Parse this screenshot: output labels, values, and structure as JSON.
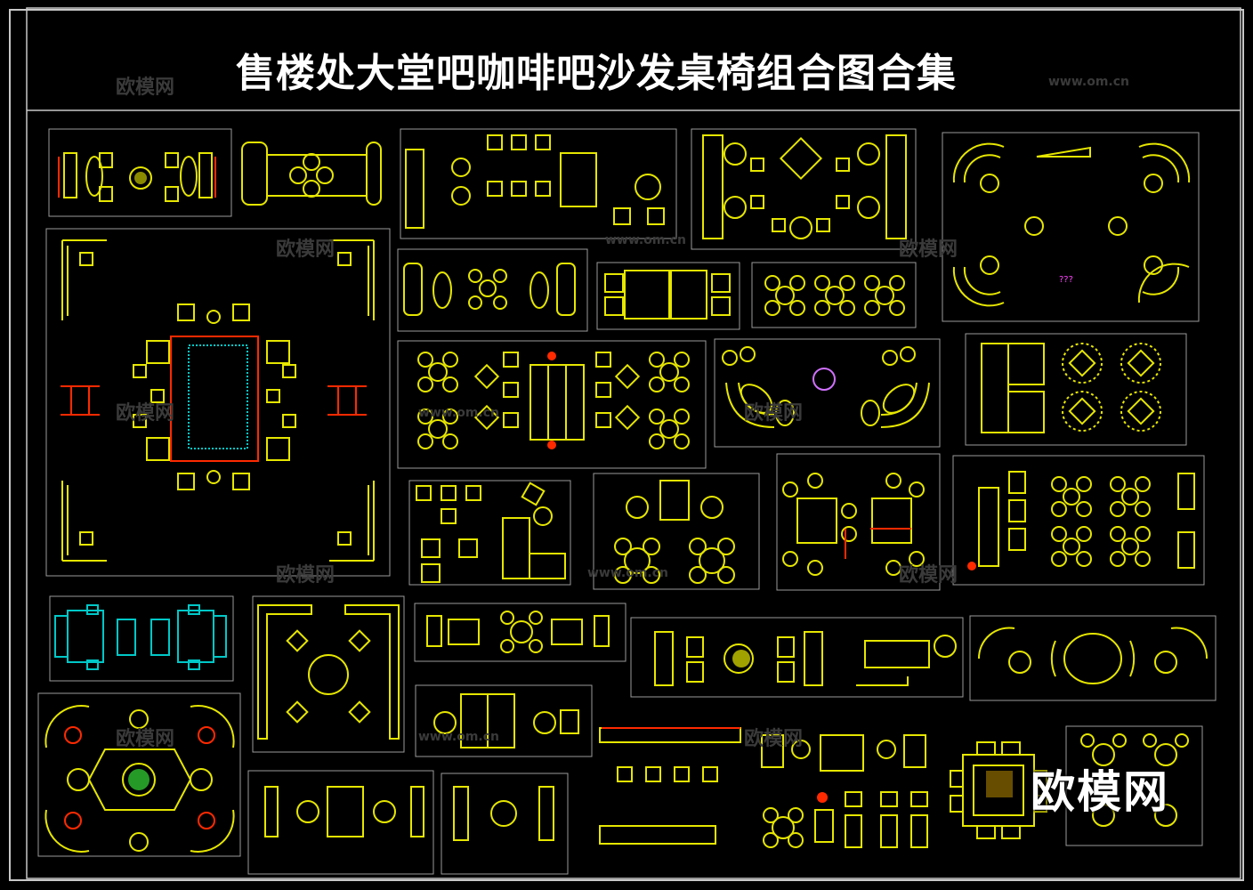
{
  "title": "售楼处大堂吧咖啡吧沙发桌椅组合图合集",
  "logo": "欧模网",
  "watermark_text": "欧模网",
  "watermark_url": "www.om.cn",
  "marker_text": "???",
  "colors": {
    "background": "#000000",
    "border": "#c8c8c8",
    "furniture": "#e6e600",
    "accent_red": "#ff2a00",
    "accent_cyan": "#00c8c8",
    "accent_magenta": "#d070ff",
    "accent_green": "#30c030",
    "text": "#ffffff"
  }
}
